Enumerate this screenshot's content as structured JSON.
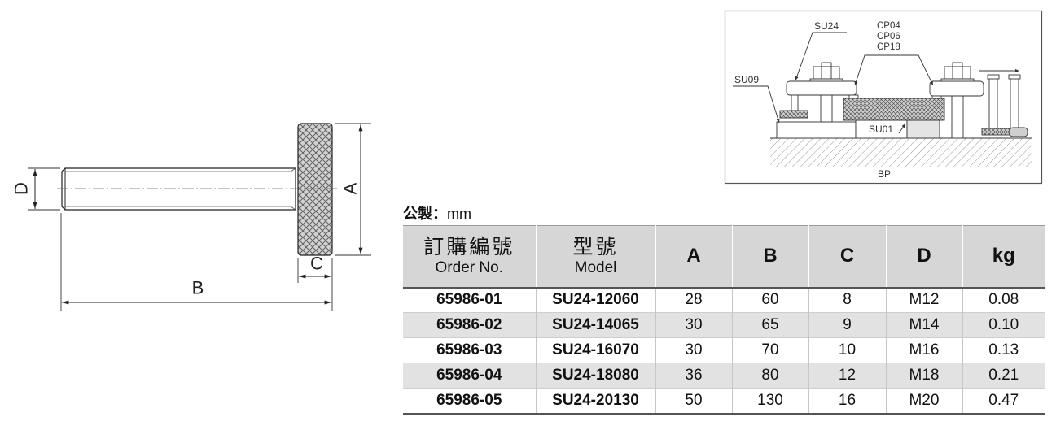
{
  "drawing": {
    "dimension_labels": {
      "d": "D",
      "a": "A",
      "b": "B",
      "c": "C"
    }
  },
  "application_diagram": {
    "labels": {
      "su24": "SU24",
      "cp": [
        "CP04",
        "CP06",
        "CP18"
      ],
      "su09": "SU09",
      "su01": "SU01",
      "bp": "BP"
    }
  },
  "table": {
    "unit": {
      "label": "公製：",
      "value": "mm"
    },
    "headers": {
      "order_no_zh": "訂購編號",
      "order_no_en": "Order No.",
      "model_zh": "型號",
      "model_en": "Model",
      "a": "A",
      "b": "B",
      "c": "C",
      "d": "D",
      "kg": "kg"
    },
    "rows": [
      {
        "order_no": "65986-01",
        "model": "SU24-12060",
        "a": "28",
        "b": "60",
        "c": "8",
        "d": "M12",
        "kg": "0.08"
      },
      {
        "order_no": "65986-02",
        "model": "SU24-14065",
        "a": "30",
        "b": "65",
        "c": "9",
        "d": "M14",
        "kg": "0.10"
      },
      {
        "order_no": "65986-03",
        "model": "SU24-16070",
        "a": "30",
        "b": "70",
        "c": "10",
        "d": "M16",
        "kg": "0.13"
      },
      {
        "order_no": "65986-04",
        "model": "SU24-18080",
        "a": "36",
        "b": "80",
        "c": "12",
        "d": "M18",
        "kg": "0.21"
      },
      {
        "order_no": "65986-05",
        "model": "SU24-20130",
        "a": "50",
        "b": "130",
        "c": "16",
        "d": "M20",
        "kg": "0.47"
      }
    ]
  },
  "colors": {
    "table_header_bg": "#d6d6d6",
    "table_alt_row_bg": "#e2e2e2",
    "table_rule": "#555555"
  }
}
